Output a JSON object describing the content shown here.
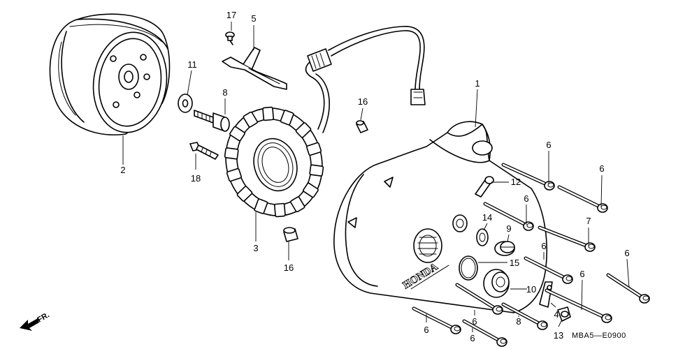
{
  "parts": [
    {
      "id": "cover",
      "ref": "1"
    },
    {
      "id": "flywheel",
      "ref": "2"
    },
    {
      "id": "stator",
      "ref": "3"
    },
    {
      "id": "cover-clip",
      "ref": "4"
    },
    {
      "id": "wire-clamp",
      "ref": "5"
    },
    {
      "id": "cover-bolt-a",
      "ref": "6"
    },
    {
      "id": "cover-bolt-b",
      "ref": "6"
    },
    {
      "id": "cover-bolt-c",
      "ref": "6"
    },
    {
      "id": "cover-bolt-d",
      "ref": "6"
    },
    {
      "id": "cover-bolt-e",
      "ref": "6"
    },
    {
      "id": "cover-bolt-f",
      "ref": "6"
    },
    {
      "id": "cover-bolt-g",
      "ref": "6"
    },
    {
      "id": "cover-bolt-h",
      "ref": "6"
    },
    {
      "id": "cover-bolt-i",
      "ref": "7"
    },
    {
      "id": "flywheel-bolt",
      "ref": "8"
    },
    {
      "id": "cover-bolt-j",
      "ref": "8"
    },
    {
      "id": "cap-small",
      "ref": "9"
    },
    {
      "id": "cap-large",
      "ref": "10"
    },
    {
      "id": "washer",
      "ref": "11"
    },
    {
      "id": "stay",
      "ref": "12"
    },
    {
      "id": "clamp-small",
      "ref": "13"
    },
    {
      "id": "oil-seal",
      "ref": "14"
    },
    {
      "id": "o-ring",
      "ref": "15"
    },
    {
      "id": "dowel-pin-a",
      "ref": "16"
    },
    {
      "id": "dowel-pin-b",
      "ref": "16"
    },
    {
      "id": "screw",
      "ref": "17"
    },
    {
      "id": "stator-bolt",
      "ref": "18"
    }
  ],
  "brand_text": "HONDA",
  "figure_code": "MBA5—E0900",
  "direction_label": "FR."
}
